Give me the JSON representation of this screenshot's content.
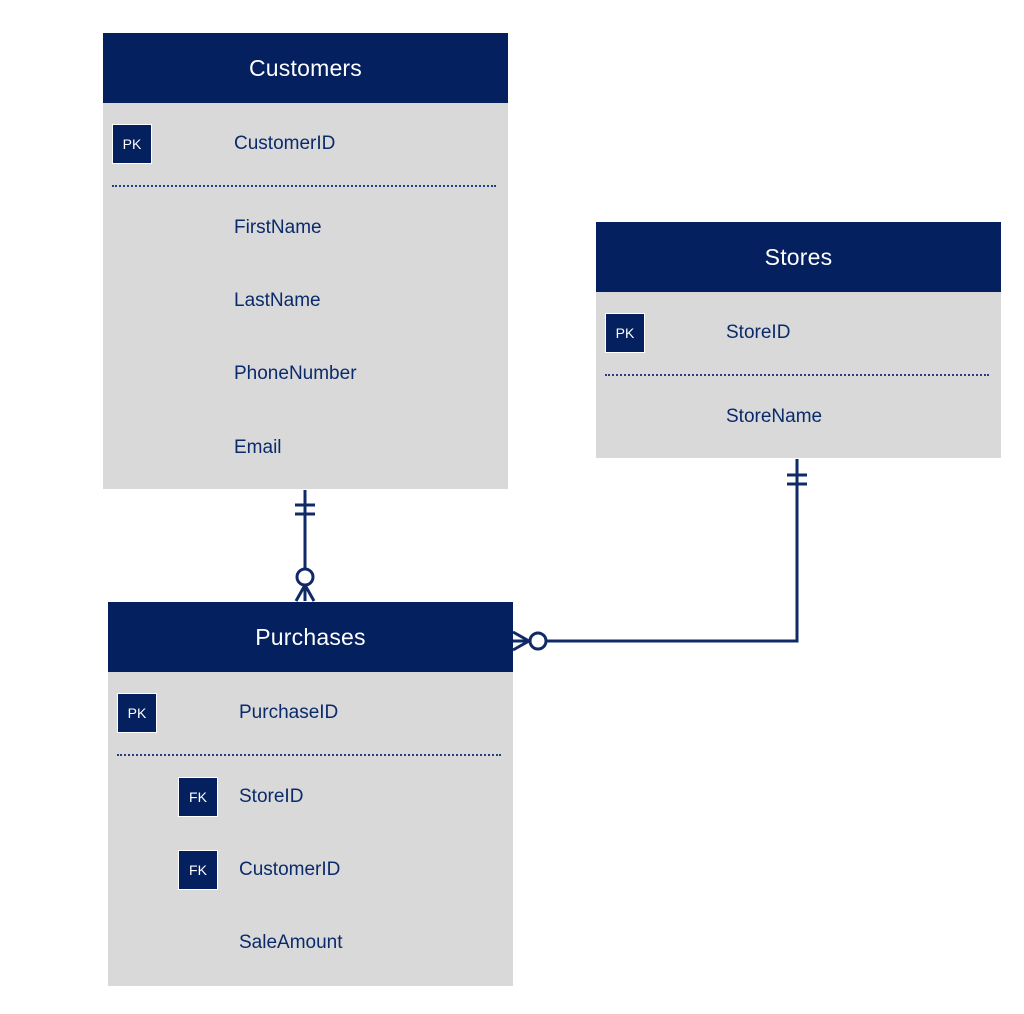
{
  "colors": {
    "header_fill": "#04205e",
    "body_fill": "#d9d9d9",
    "text": "#0b2a6b",
    "line": "#0f2a66"
  },
  "entities": {
    "customers": {
      "title": "Customers",
      "pk_badge": "PK",
      "pk_field": "CustomerID",
      "fields": [
        "FirstName",
        "LastName",
        "PhoneNumber",
        "Email"
      ]
    },
    "stores": {
      "title": "Stores",
      "pk_badge": "PK",
      "pk_field": "StoreID",
      "fields": [
        "StoreName"
      ]
    },
    "purchases": {
      "title": "Purchases",
      "pk_badge": "PK",
      "pk_field": "PurchaseID",
      "fk_badge": "FK",
      "fk_fields": [
        "StoreID",
        "CustomerID"
      ],
      "fields": [
        "SaleAmount"
      ]
    }
  },
  "relationships": [
    {
      "from": "Customers",
      "to": "Purchases",
      "from_cardinality": "one-and-only-one",
      "to_cardinality": "zero-or-many"
    },
    {
      "from": "Stores",
      "to": "Purchases",
      "from_cardinality": "one-and-only-one",
      "to_cardinality": "zero-or-many"
    }
  ]
}
